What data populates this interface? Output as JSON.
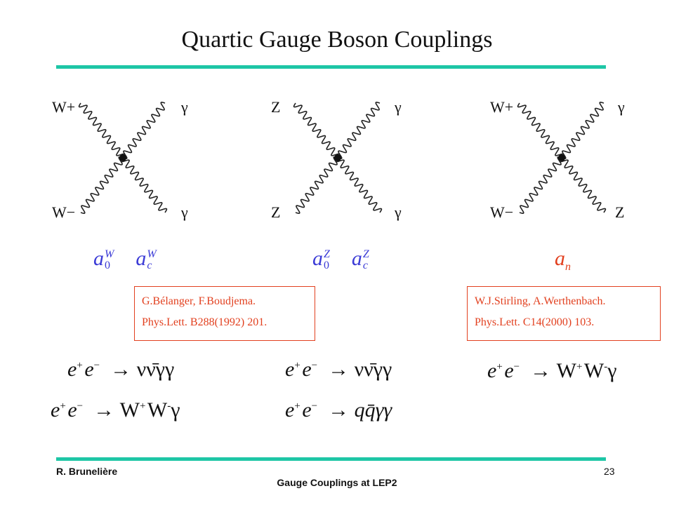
{
  "slide": {
    "title": "Quartic Gauge Boson Couplings",
    "colors": {
      "rule": "#1ec6a6",
      "coupling_blue": "#3b3bd6",
      "reference_red": "#e2401f"
    }
  },
  "diagrams": [
    {
      "top_left": "W+",
      "bottom_left": "W−",
      "top_right": "γ",
      "bottom_right": "γ"
    },
    {
      "top_left": "Z",
      "bottom_left": "Z",
      "top_right": "γ",
      "bottom_right": "γ"
    },
    {
      "top_left": "W+",
      "bottom_left": "W−",
      "top_right": "γ",
      "bottom_right": "Z"
    }
  ],
  "couplings": {
    "ww": [
      {
        "base": "a",
        "sub": "0",
        "sup": "W"
      },
      {
        "base": "a",
        "sub": "c",
        "sup": "W"
      }
    ],
    "zz": [
      {
        "base": "a",
        "sub": "0",
        "sup": "Z"
      },
      {
        "base": "a",
        "sub": "c",
        "sup": "Z"
      }
    ],
    "wz": [
      {
        "base": "a",
        "sub": "n",
        "sup": ""
      }
    ]
  },
  "references": [
    {
      "line1": "G.Bélanger, F.Boudjema.",
      "line2": "Phys.Lett. B288(1992) 201."
    },
    {
      "line1": "W.J.Stirling, A.Werthenbach.",
      "line2": "Phys.Lett. C14(2000) 103."
    }
  ],
  "processes": {
    "p1": {
      "lhs_e": "e",
      "lhs_plus": "+",
      "lhs_e2": "e",
      "lhs_minus": "−",
      "arrow": "→",
      "rhs": "νν̄γγ"
    },
    "p2": {
      "lhs_e": "e",
      "lhs_plus": "+",
      "lhs_e2": "e",
      "lhs_minus": "−",
      "arrow": "→",
      "rhs_w": "W",
      "rhs_plus": "+",
      "rhs_w2": "W",
      "rhs_minus": "-",
      "rhs_gamma": "γ"
    },
    "p3": {
      "lhs_e": "e",
      "lhs_plus": "+",
      "lhs_e2": "e",
      "lhs_minus": "−",
      "arrow": "→",
      "rhs": "νν̄γγ"
    },
    "p4": {
      "lhs_e": "e",
      "lhs_plus": "+",
      "lhs_e2": "e",
      "lhs_minus": "−",
      "arrow": "→",
      "rhs": "qq̄γγ"
    },
    "p5": {
      "lhs_e": "e",
      "lhs_plus": "+",
      "lhs_e2": "e",
      "lhs_minus": "−",
      "arrow": "→",
      "rhs_w": "W",
      "rhs_plus": "+",
      "rhs_w2": "W",
      "rhs_minus": "-",
      "rhs_gamma": "γ"
    }
  },
  "footer": {
    "author": "R. Brunelière",
    "talk": "Gauge Couplings at LEP2",
    "page": "23"
  }
}
